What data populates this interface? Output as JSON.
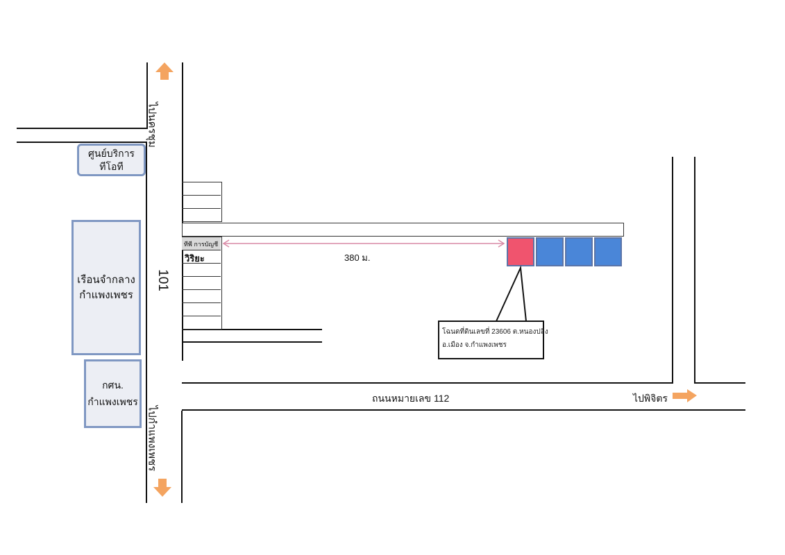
{
  "places": {
    "tot_center": [
      "ศูนย์บริการ",
      "ทีโอที"
    ],
    "prison": [
      "เรือนจำกลาง",
      "กำแพงเพชร"
    ],
    "nfe_office": [
      "กศน.",
      "กำแพงเพชร"
    ],
    "shop_accounting": "ทีพี การบัญชี",
    "shop_wiriya": "วิริยะ"
  },
  "roads": {
    "road_101": "101",
    "to_nakhon_chum": "ไปนครชุม",
    "to_kamphaeng_phet": "ไปกำแพงเพชร",
    "highway_112": "ถนนหมายเลข 112",
    "to_phichit": "ไปพิจิตร"
  },
  "distance_label": "380 ม.",
  "callout": {
    "line1": "โฉนดที่ดินเลขที่ 23606 ต.หนองปลิง",
    "line2": "อ.เมือง จ.กำแพงเพชร"
  },
  "colors": {
    "target_lot": "#f0546e",
    "other_lots": "#4a86d8",
    "arrow": "#f4a460",
    "distance_line": "#d98aa5",
    "place_border": "#7f97c2"
  },
  "lots": {
    "target_count": 1,
    "other_count": 3
  }
}
